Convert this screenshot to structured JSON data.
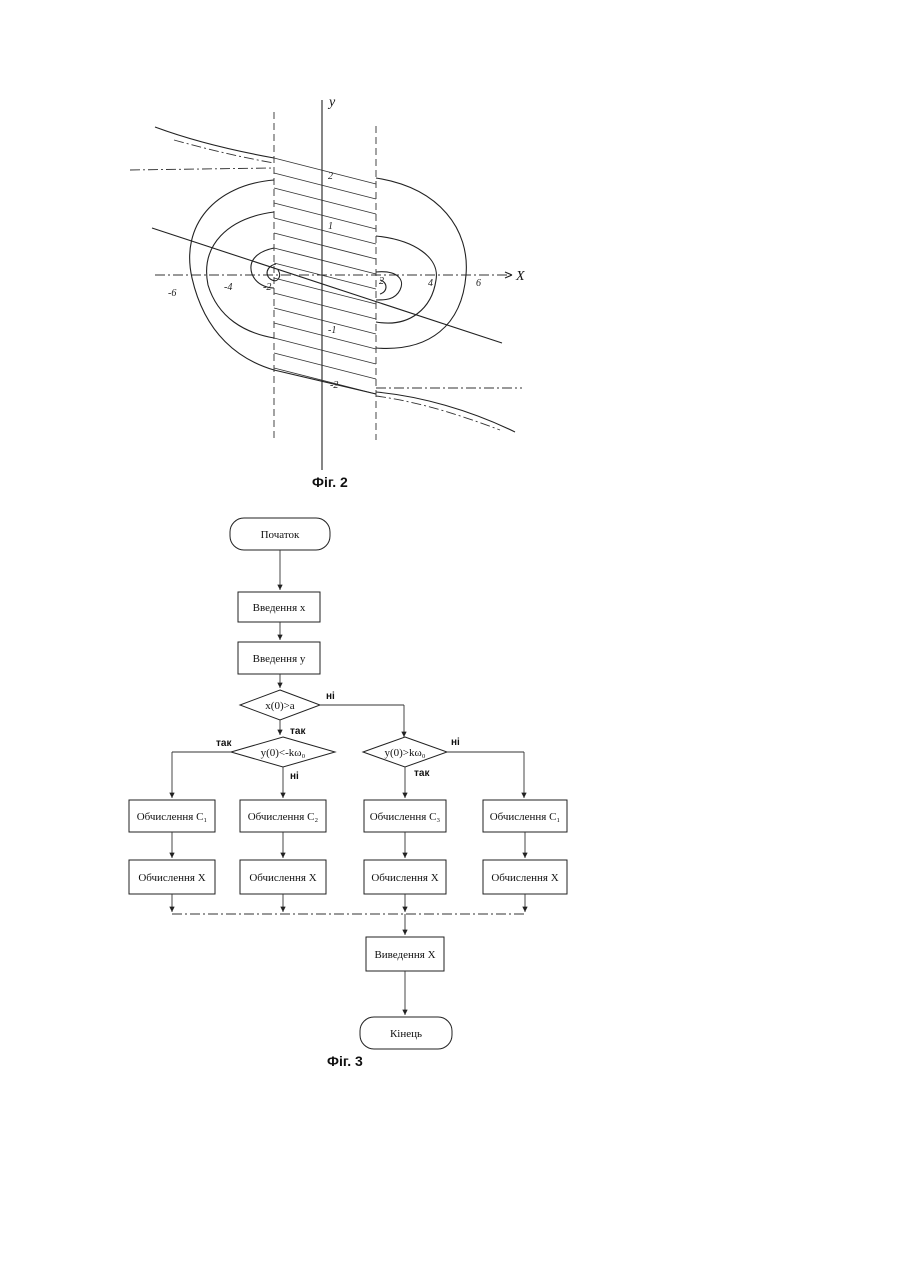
{
  "fig2": {
    "caption": "Фіг. 2",
    "axis_x": "X",
    "axis_y": "y",
    "x_ticks": [
      "-6",
      "-4",
      "-2",
      "2",
      "4",
      "6"
    ],
    "y_ticks": [
      "2",
      "1",
      "-1",
      "-2"
    ]
  },
  "fig3": {
    "caption": "Фіг. 3",
    "start": "Початок",
    "input_x": "Введення x",
    "input_y": "Введення y",
    "cond1": "x(0)>a",
    "cond2": "y(0)<-kω₀",
    "cond3": "y(0)>kω₀",
    "yes": "так",
    "no": "ні",
    "calc_c1": "Обчислення C₁",
    "calc_c2": "Обчислення C₂",
    "calc_c3": "Обчислення C₃",
    "calc_c4": "Обчислення C₁",
    "calc_x": "Обчислення X",
    "output_x": "Виведення X",
    "end": "Кінець"
  }
}
